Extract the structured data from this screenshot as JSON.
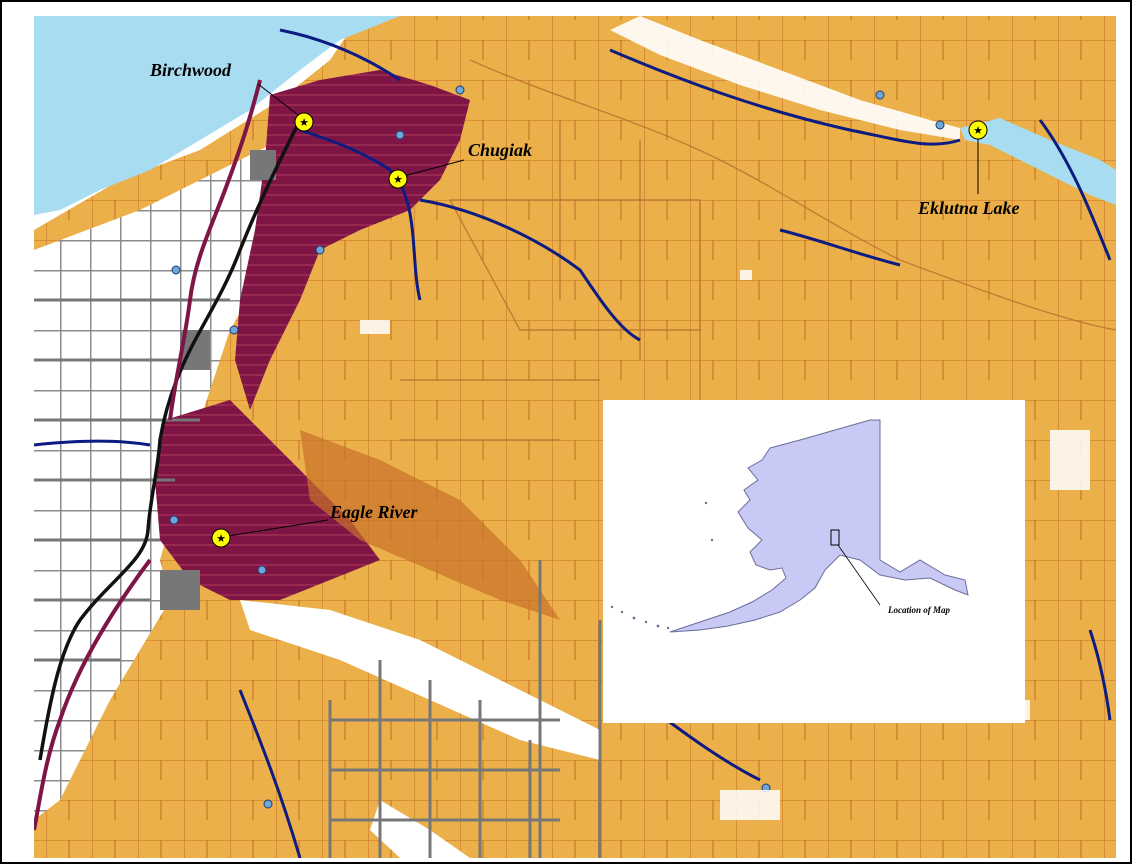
{
  "places": [
    {
      "id": "birchwood",
      "name": "Birchwood"
    },
    {
      "id": "chugiak",
      "name": "Chugiak"
    },
    {
      "id": "eklutna",
      "name": "Eklutna Lake"
    },
    {
      "id": "eagle-river",
      "name": "Eagle River"
    }
  ],
  "inset": {
    "label": "Location of Map",
    "colors": {
      "land": "#c9c9f5",
      "outline": "#6c6c9a",
      "background": "#ffffff"
    }
  },
  "colors": {
    "water": "#a8dcf0",
    "land": "#ecb04a",
    "developed": "#7e1545",
    "roads": "#777777",
    "streams": "#0d1c82",
    "parcel_lines": "#c86f1e",
    "highway": "#111111",
    "unmapped": "#ffffff",
    "place_marker": "#ffff00",
    "border": "#000000"
  },
  "icons": {
    "place_marker": "star-in-circle-icon",
    "facility": "gear-dot-icon"
  }
}
